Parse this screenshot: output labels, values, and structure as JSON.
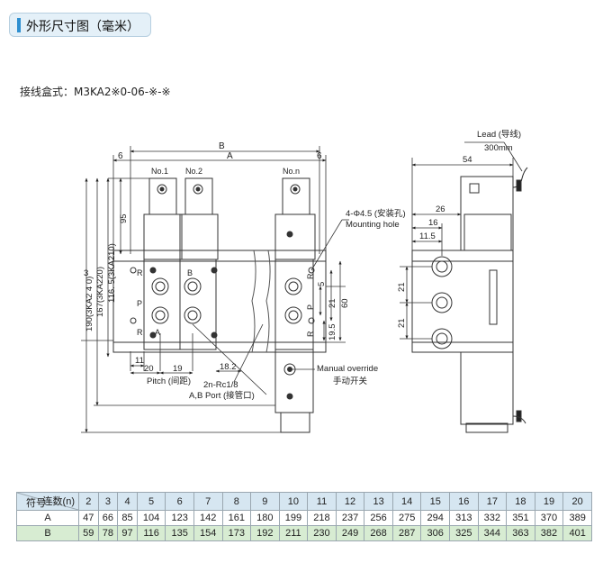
{
  "header": {
    "title": "外形尺寸图（毫米）"
  },
  "model_line": "接线盒式：M3KA2※0-06-※-※",
  "drawing": {
    "dim_B": "B",
    "dim_A": "A",
    "dim_6_left": "6",
    "dim_6_right": "6",
    "label_no1": "No.1",
    "label_no2": "No.2",
    "label_non": "No.n",
    "port_R": "R",
    "port_P": "P",
    "port_A": "A",
    "port_B": "B",
    "dim_95": "95",
    "dim_116_5": "116. 5(3KA210)",
    "dim_167": "167(3KA220)",
    "dim_190": "190(3KA2 4 0)",
    "dim_190_3": "3",
    "dim_11": "11",
    "dim_20": "20",
    "dim_19": "19",
    "dim_18_2": "18.2",
    "pitch_label": "Pitch (间距)",
    "port_size": "2n-Rc1/8",
    "ab_port": "A,B Port (接管口)",
    "mount_hole_cn": "4-Φ4.5 (安装孔)",
    "mount_hole_en": "Mounting hole",
    "dim_5": "5",
    "dim_21_mid": "21",
    "dim_60": "60",
    "dim_19_5": "19.5",
    "manual_override_en": "Manual override",
    "manual_override_cn": "手动开关",
    "lead_label": "Lead (导线)",
    "lead_len": "300mm",
    "dim_54": "54",
    "dim_26": "26",
    "dim_16": "16",
    "dim_11_5": "11.5",
    "dim_21_a": "21",
    "dim_21_b": "21"
  },
  "table": {
    "header_top": "连数(n)",
    "header_bottom": "符号",
    "columns": [
      "2",
      "3",
      "4",
      "5",
      "6",
      "7",
      "8",
      "9",
      "10",
      "11",
      "12",
      "13",
      "14",
      "15",
      "16",
      "17",
      "18",
      "19",
      "20"
    ],
    "rows": [
      {
        "symbol": "A",
        "values": [
          "47",
          "66",
          "85",
          "104",
          "123",
          "142",
          "161",
          "180",
          "199",
          "218",
          "237",
          "256",
          "275",
          "294",
          "313",
          "332",
          "351",
          "370",
          "389"
        ]
      },
      {
        "symbol": "B",
        "values": [
          "59",
          "78",
          "97",
          "116",
          "135",
          "154",
          "173",
          "192",
          "211",
          "230",
          "249",
          "268",
          "287",
          "306",
          "325",
          "344",
          "363",
          "382",
          "401"
        ]
      }
    ]
  },
  "colors": {
    "title_bg": "#e4f0f8",
    "title_accent": "#2e8fd0",
    "table_header": "#d6e6f1",
    "row_b": "#d7ecd2"
  }
}
